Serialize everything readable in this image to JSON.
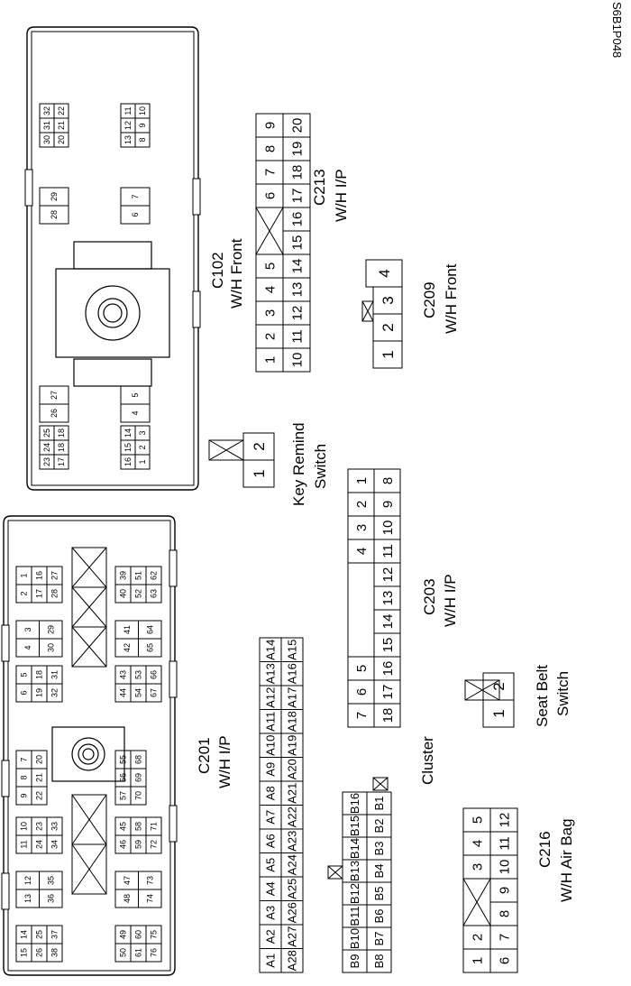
{
  "figure_code": "S6B1P048",
  "connectors": {
    "c102": {
      "id": "C102",
      "harness": "W/H Front",
      "blocks": [
        {
          "top": [
            "23",
            "24",
            "25"
          ],
          "bottom": [
            "17",
            "18",
            "18"
          ]
        },
        {
          "top": [
            "26",
            "27"
          ]
        },
        {
          "top": [
            "28",
            "29"
          ]
        },
        {
          "top": [
            "30",
            "31",
            "32"
          ],
          "bottom": [
            "20",
            "21",
            "22"
          ]
        },
        {
          "top": [
            "16",
            "15",
            "14"
          ],
          "bottom": [
            "1",
            "2",
            "3"
          ]
        },
        {
          "top": [
            "4",
            "5"
          ]
        },
        {
          "top": [
            "6",
            "7"
          ]
        },
        {
          "top": [
            "13",
            "12",
            "11"
          ],
          "bottom": [
            "8",
            "9",
            "10"
          ]
        }
      ]
    },
    "c213": {
      "id": "C213",
      "harness": "W/H I/P",
      "row1": [
        "1",
        "2",
        "3",
        "4",
        "5",
        "",
        "6",
        "7",
        "8",
        "9"
      ],
      "row2": [
        "10",
        "11",
        "12",
        "13",
        "14",
        "15",
        "16",
        "17",
        "18",
        "19",
        "20"
      ]
    },
    "c209": {
      "id": "C209",
      "harness": "W/H Front",
      "pins": [
        "1",
        "2",
        "3",
        "4"
      ]
    },
    "key_remind": {
      "name_line1": "Key Remind",
      "name_line2": "Switch",
      "pins": [
        "1",
        "2"
      ]
    },
    "c203": {
      "id": "C203",
      "harness": "W/H I/P",
      "upper": [
        "7",
        "6",
        "5",
        "",
        "",
        "",
        "4",
        "3",
        "2",
        "1"
      ],
      "lower": [
        "18",
        "17",
        "16",
        "15",
        "14",
        "13",
        "12",
        "11",
        "10",
        "9",
        "8"
      ]
    },
    "c201": {
      "id": "C201",
      "harness": "W/H I/P",
      "blocks": [
        {
          "r1": [
            "15",
            "14"
          ],
          "r2": [
            "26",
            "25"
          ],
          "r3": [
            "38",
            "37"
          ]
        },
        {
          "r1": [
            "13",
            "12"
          ],
          "r2": [
            "36",
            "35"
          ]
        },
        {
          "r1": [
            "11",
            "10"
          ],
          "r2": [
            "24",
            "23"
          ],
          "r3": [
            "34",
            "33"
          ]
        },
        {
          "r1": [
            "9",
            "8",
            "7"
          ],
          "r2": [
            "22",
            "21",
            "20"
          ]
        },
        {
          "r1": [
            "6",
            "5"
          ],
          "r2": [
            "19",
            "18"
          ],
          "r3": [
            "32",
            "31"
          ]
        },
        {
          "r1": [
            "4",
            "3"
          ],
          "r2": [
            "30",
            "29"
          ]
        },
        {
          "r1": [
            "2",
            "1"
          ],
          "r2": [
            "17",
            "16"
          ],
          "r3": [
            "28",
            "27"
          ]
        },
        {
          "r1": [
            "50",
            "49"
          ],
          "r2": [
            "61",
            "60"
          ],
          "r3": [
            "76",
            "75"
          ]
        },
        {
          "r1": [
            "48",
            "47"
          ],
          "r2": [
            "74",
            "73"
          ]
        },
        {
          "r1": [
            "46",
            "45"
          ],
          "r2": [
            "59",
            "58"
          ],
          "r3": [
            "72",
            "71"
          ]
        },
        {
          "r1": [
            "57",
            "56",
            "55"
          ],
          "r2": [
            "70",
            "69",
            "68"
          ]
        },
        {
          "r1": [
            "44",
            "43"
          ],
          "r2": [
            "54",
            "53"
          ],
          "r3": [
            "67",
            "66"
          ]
        },
        {
          "r1": [
            "42",
            "41"
          ],
          "r2": [
            "65",
            "64"
          ]
        },
        {
          "r1": [
            "40",
            "39"
          ],
          "r2": [
            "52",
            "51"
          ],
          "r3": [
            "63",
            "62"
          ]
        }
      ]
    },
    "cluster_a": {
      "row1": [
        "A1",
        "A2",
        "A3",
        "A4",
        "A5",
        "A6",
        "A7",
        "A8",
        "A9",
        "A10",
        "A11",
        "A12",
        "A13",
        "A14"
      ],
      "row2": [
        "A28",
        "A27",
        "A26",
        "A25",
        "A24",
        "A23",
        "A22",
        "A21",
        "A20",
        "A19",
        "A18",
        "A17",
        "A16",
        "A15"
      ]
    },
    "cluster_b": {
      "row1": [
        "B9",
        "B10",
        "B11",
        "B12",
        "B13",
        "B14",
        "B15",
        "B16"
      ],
      "row2": [
        "B8",
        "B7",
        "B6",
        "B5",
        "B4",
        "B3",
        "B2",
        "B1"
      ]
    },
    "cluster_label": "Cluster",
    "seat_belt": {
      "name_line1": "Seat Belt",
      "name_line2": "Switch",
      "pins": [
        "1",
        "2"
      ]
    },
    "c216": {
      "id": "C216",
      "harness": "W/H Air Bag",
      "row1": [
        "1",
        "2",
        "",
        "3",
        "4",
        "5"
      ],
      "row2": [
        "6",
        "7",
        "8",
        "9",
        "10",
        "11",
        "12"
      ]
    }
  }
}
